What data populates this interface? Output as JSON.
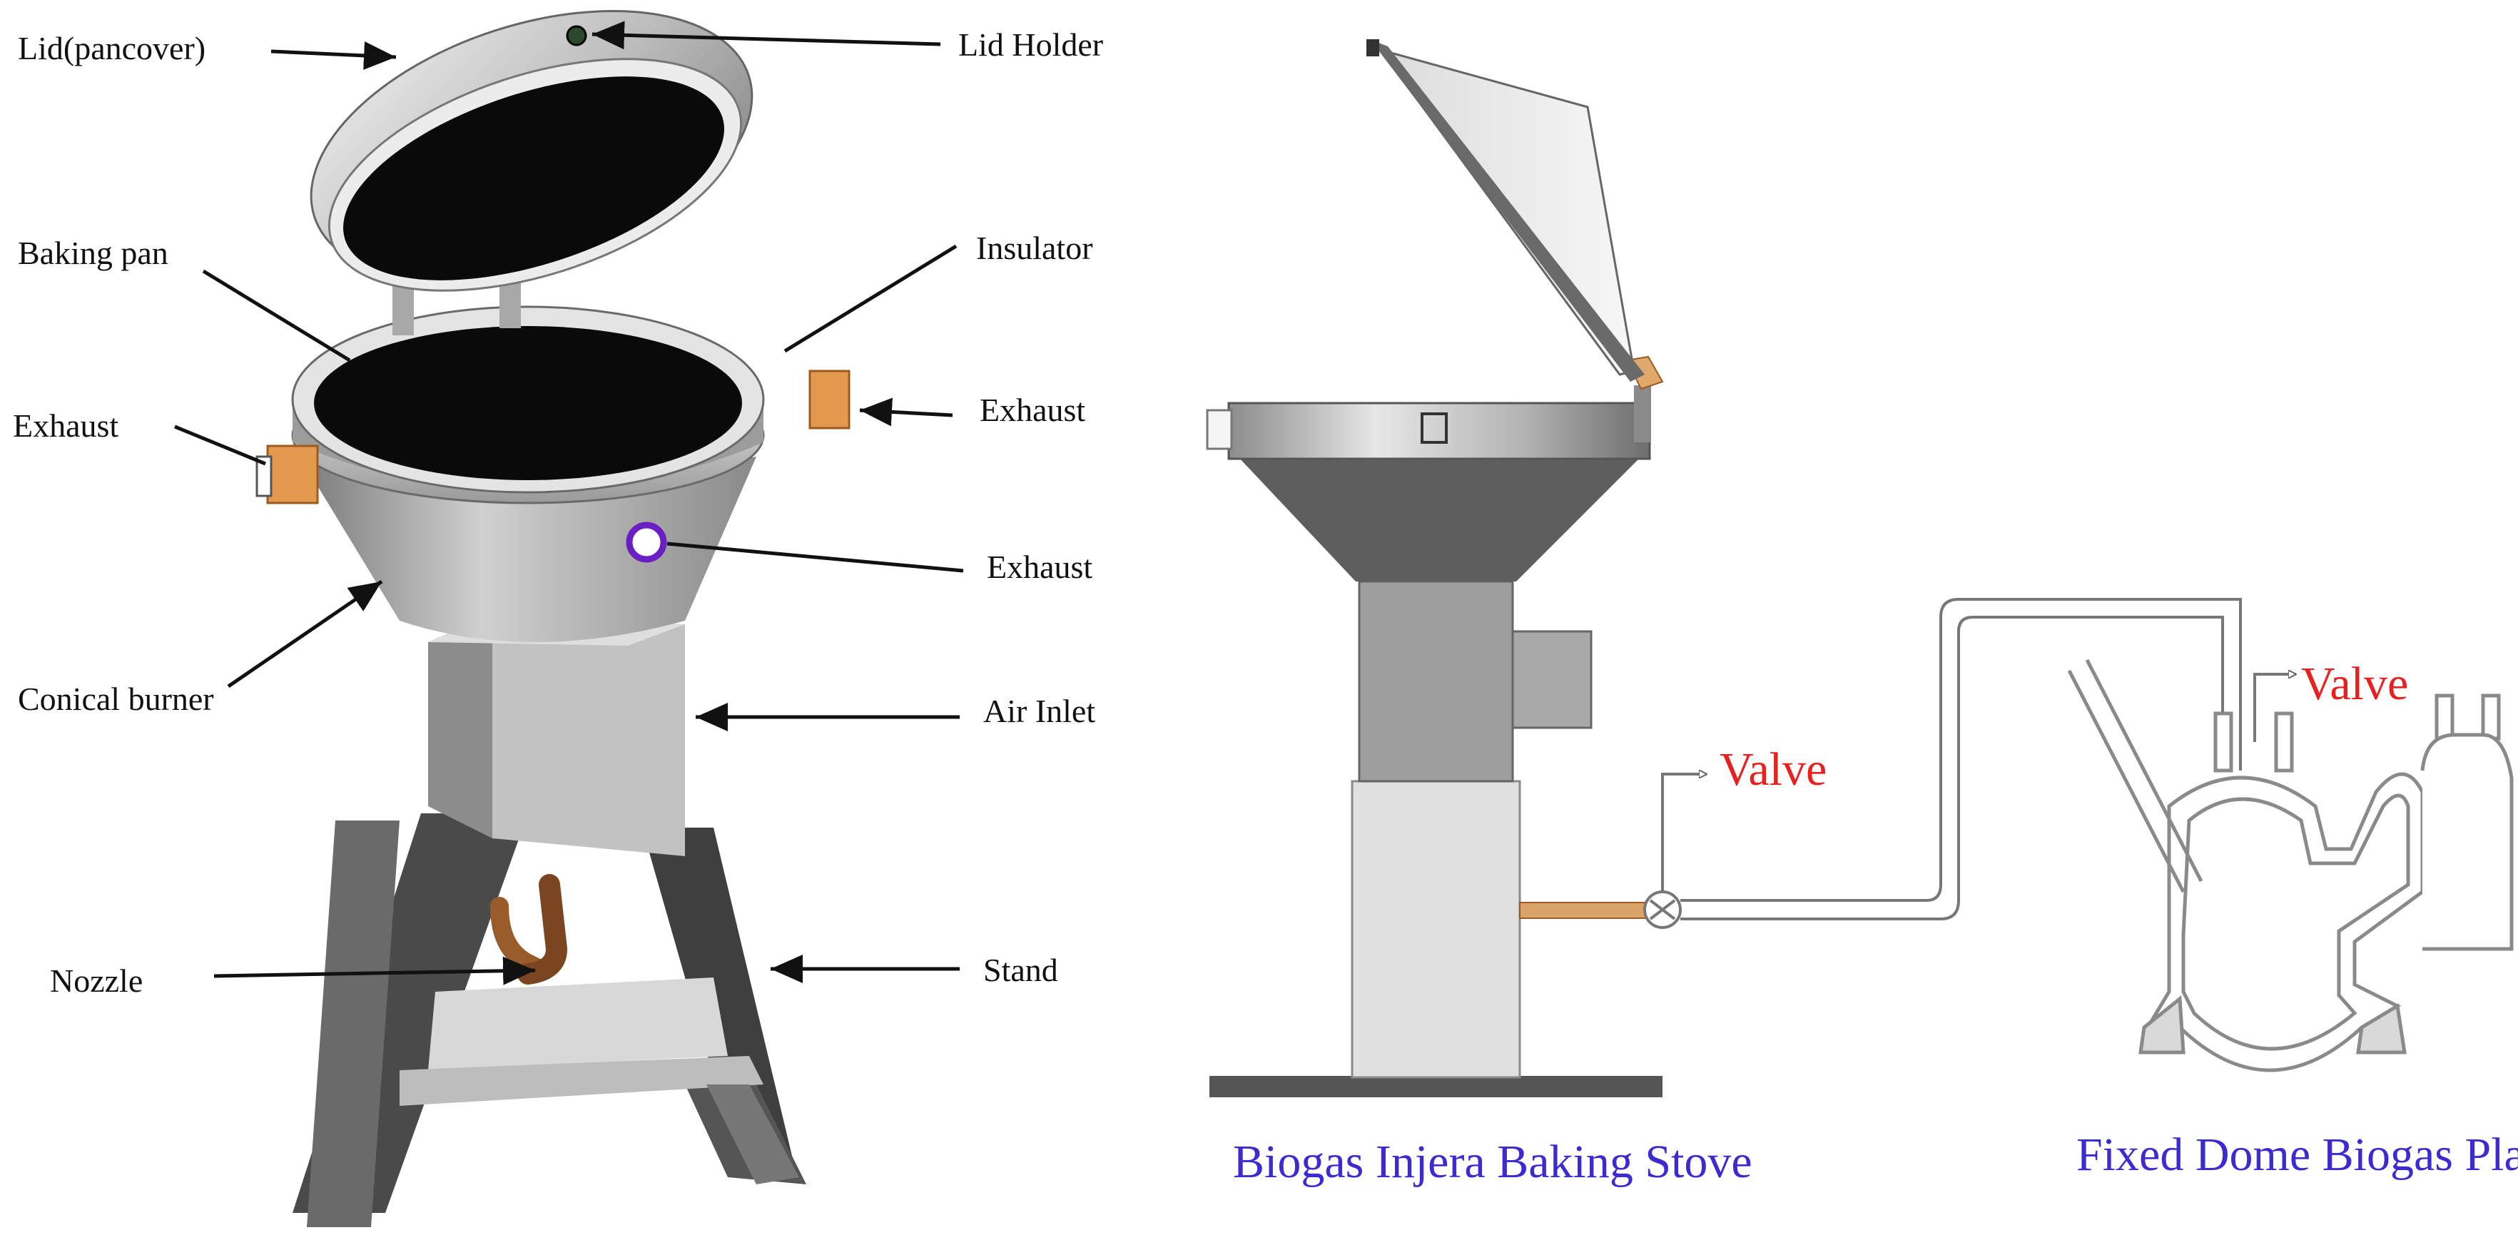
{
  "left_labels": {
    "lid": "Lid(pancover)",
    "lid_holder": "Lid Holder",
    "baking_pan": "Baking pan",
    "insulator": "Insulator",
    "exhaust_left": "Exhaust",
    "exhaust_right": "Exhaust",
    "exhaust_front": "Exhaust",
    "conical_burner": "Conical burner",
    "air_inlet": "Air Inlet",
    "nozzle": "Nozzle",
    "stand": "Stand"
  },
  "right_labels": {
    "valve_stove": "Valve",
    "valve_plant": "Valve",
    "caption_stove": "Biogas Injera Baking Stove",
    "caption_plant": "Fixed Dome Biogas Plant"
  },
  "colors": {
    "label_text": "#111111",
    "valve_text": "#e8201e",
    "caption_text": "#3b2bd0",
    "pan_black": "#0a0a0a",
    "metal_light": "#d9d9d9",
    "metal_mid": "#a6a6a6",
    "metal_dark": "#595959",
    "exhaust_orange": "#e39a4f",
    "nozzle_brown": "#9a5b2a",
    "ring_purple": "#6a1fc2",
    "pipe_tan": "#d9a46a",
    "plant_brick": "#8a8a8a"
  }
}
